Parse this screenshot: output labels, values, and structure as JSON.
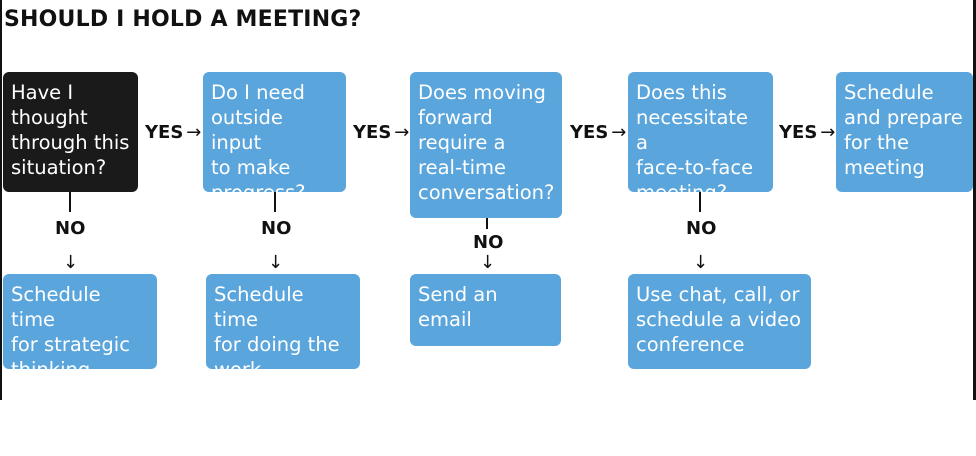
{
  "title": "SHOULD I HOLD A MEETING?",
  "questions": [
    "Have I\nthought\nthrough this\nsituation?",
    "Do I need\noutside input\nto make\nprogress?",
    "Does moving\nforward\nrequire a\nreal-time\nconversation?",
    "Does this\nnecessitate a\nface-to-face\nmeeting?",
    "Schedule\nand prepare\nfor the\nmeeting"
  ],
  "outcomes": [
    "Schedule time\nfor strategic\nthinking",
    "Schedule time\nfor doing the\nwork",
    "Send an\nemail",
    "Use chat, call, or\nschedule a video\nconference"
  ],
  "yes_label": "YES",
  "no_label": "NO",
  "arrow_right": "→",
  "arrow_down": "↓",
  "colors": {
    "box": "#5aa5dc",
    "start_box": "#1a1a1a",
    "text": "#ffffff"
  }
}
